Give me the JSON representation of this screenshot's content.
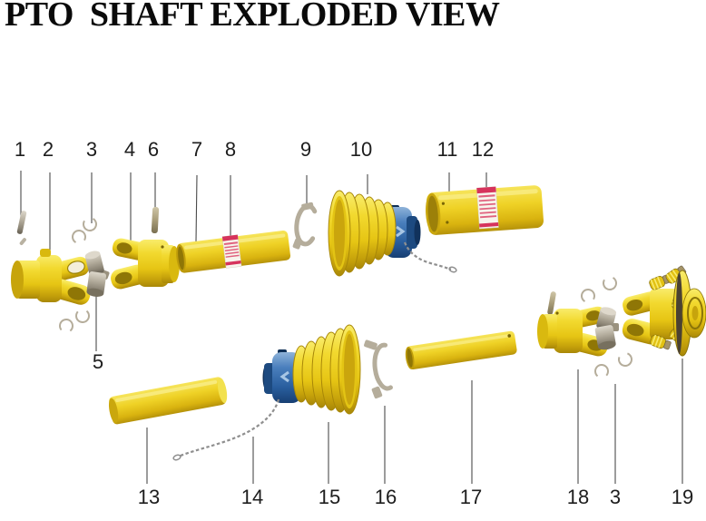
{
  "title": "PTO  SHAFT EXPLODED VIEW",
  "figure": {
    "description": "Exploded view diagram of a PTO drive shaft; parts are identified only by numbers",
    "part_labels": [
      "1",
      "2",
      "3",
      "4",
      "6",
      "7",
      "8",
      "9",
      "10",
      "11",
      "12",
      "5",
      "13",
      "14",
      "15",
      "16",
      "17",
      "18",
      "3",
      "19"
    ]
  },
  "colors": {
    "part_yellow": "#efd226",
    "guard_blue": "#2f6db5",
    "metal_gray": "#b3ac9c",
    "ring_gray": "#b5ad9b",
    "label_red": "#d6335c",
    "leader_line": "#4a4a4a",
    "text": "#1d1d1d",
    "background": "#ffffff"
  }
}
